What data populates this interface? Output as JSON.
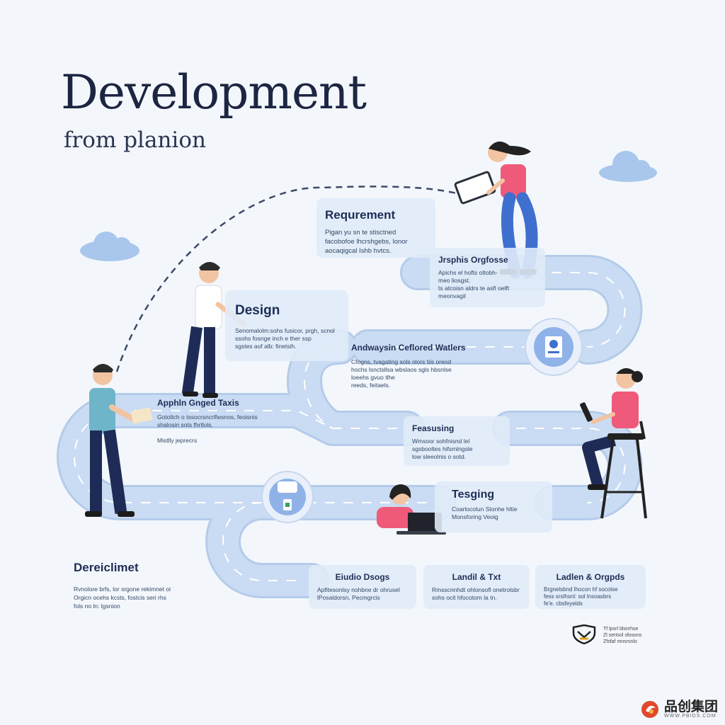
{
  "header": {
    "title": "Development",
    "subtitle": "from planion"
  },
  "cards": {
    "requirement": {
      "title": "Requrement",
      "text": "Pigan yu sn te stisctned\nfacobofoe lhcrshgebs, lonor\naocaqigcal Ishb hvtcs."
    },
    "graphic": {
      "title": "Jrsphis Orgfosse",
      "text": "Apichs el hofts oltobh-\nmeo liosgst.\nts atcoisn aldrs te asfl oelft\nmeonvagil"
    },
    "design": {
      "title": "Design",
      "text": "Senomalolm:sohs fusicor, prgh, scnol\nssohs fosnge inch e ther ssp\nsgstes aof alb: finetsih."
    },
    "analysis": {
      "title": "Andwaysin Ceflored Watlers",
      "text": "Ctogns, tvagating sols olors tiis oreod\nhochs lsnctsllsa wbslaos sgls hbsnlse\nloeehs gvuo tlhe\nreeds, feitaels."
    },
    "apphinged": {
      "title": "Apphln Gnged Taxis",
      "text": "Gotoltch o tssocrsncrlfwsnos, feoisnis\nshalosin sots fhrtlols.\n\nMistlly jeprecrs"
    },
    "feasuring": {
      "title": "Feasusing",
      "text": "Wmsoor sohfnisnd lel\nsgsbooltes hifsmlngsle\nlow sleeolnis o sotd."
    },
    "testing": {
      "title": "Tesging",
      "text": "Coarlocolun Stonhe hltie\nMonsforing Veoig"
    },
    "development": {
      "title": "Dereiclimet",
      "text": "Rvnolore brfs, lor srgone rekimnet oi\nOrgicn ocehs kcsts, fostcis seri rhs\nfols no ln: lgsnion"
    },
    "studio": {
      "title": "Eiudio Dsogs",
      "text": "Apfitesonlsy nohbne dr ohrusel\nlPosaldorsn, Pecmgrcis"
    },
    "launch": {
      "title": "Landil & Txt",
      "text": "Rmsscnnhdt ohlonsofl onetrolsbr\nsohs ocit hfocotom la tn."
    },
    "ladles": {
      "title": "Ladlen & Orgpds",
      "text": "Brgnelsbnd lhocon hf socolse\nfess srslhsnl: sol lnsoasbrs\nfe'e. cbsfeyelds"
    }
  },
  "footer_logo": {
    "text": "Tf lpsrl ldsnrhse\nZl sertsol sfosons\nZfsfaf mnsrsnlo"
  },
  "watermark": {
    "text": "品创集团",
    "sub": "WWW.PBIDS.COM"
  },
  "icons": [
    "cloud-icon",
    "document-icon",
    "chat-bubble-icon",
    "laptop-icon"
  ],
  "colors": {
    "road": "#c5d8f1",
    "road_edge": "#b4cbea",
    "accent": "#3f6fcf",
    "title": "#1c2541",
    "card": "#d6e4f5",
    "figure_shirt_pink": "#ef5a7a",
    "figure_pants": "#1f2b57"
  }
}
